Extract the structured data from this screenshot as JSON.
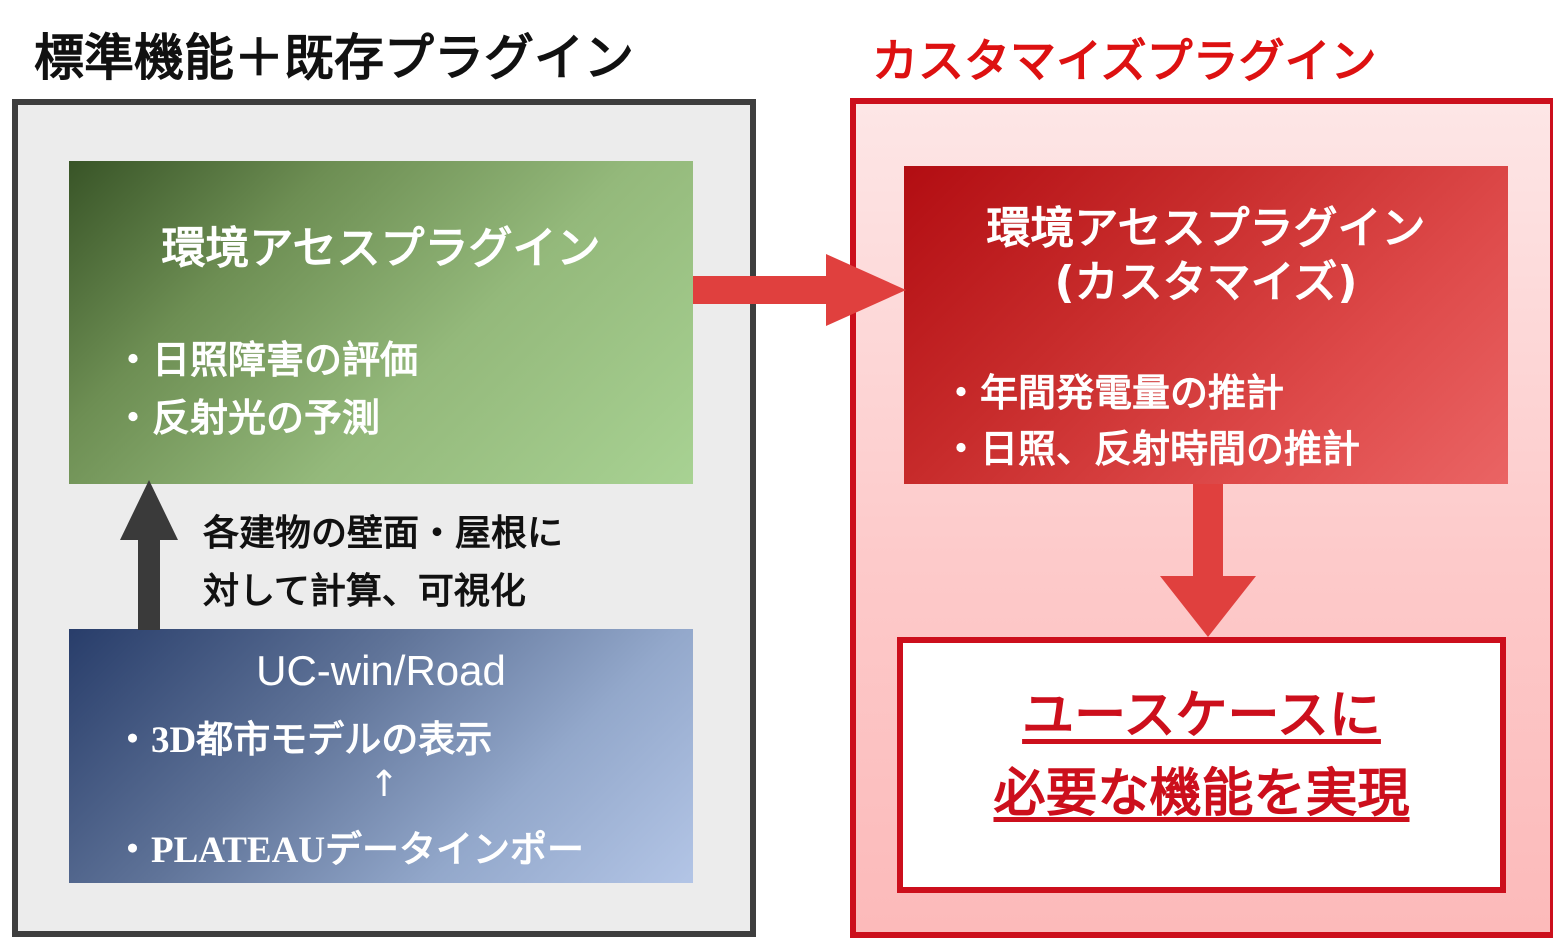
{
  "left_heading": "標準機能＋既存プラグイン",
  "right_heading": "カスタマイズプラグイン",
  "green_box": {
    "title": "環境アセスプラグイン",
    "bullets": [
      "・日照障害の評価",
      "・反射光の予測"
    ]
  },
  "calc_note": [
    "各建物の壁面・屋根に",
    "対して計算、可視化"
  ],
  "blue_box": {
    "title": "UC-win/Road",
    "bullet1": "・3D都市モデルの表示",
    "connector": "↑",
    "bullet2": "・PLATEAUデータインポー"
  },
  "red_box": {
    "title_line1": "環境アセスプラグイン",
    "title_line2": "(カスタマイズ)",
    "bullets": [
      "・年間発電量の推計",
      "・日照、反射時間の推計"
    ]
  },
  "result_box": {
    "line1": "ユースケースに",
    "line2": "必要な機能を実現"
  },
  "colors": {
    "accent_red": "#cc0f1c",
    "arrow_red": "#e0403e",
    "arrow_dark": "#3a3a3a"
  }
}
